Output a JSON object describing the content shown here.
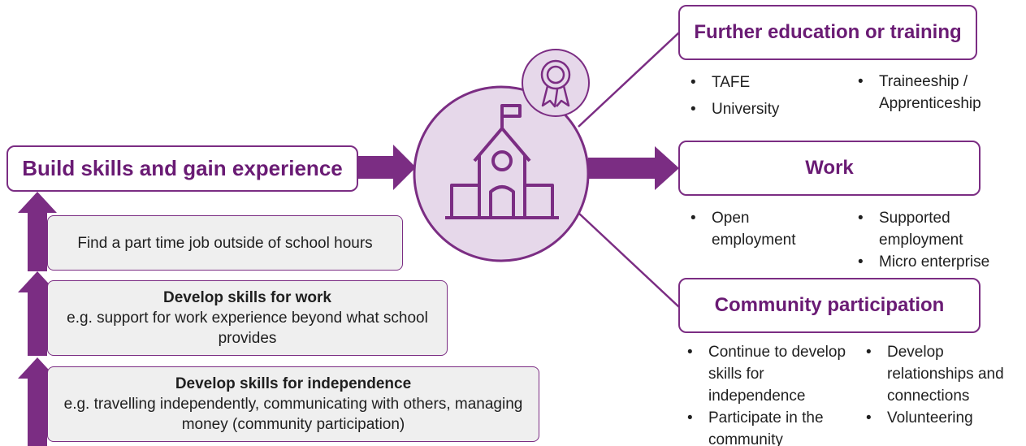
{
  "left": {
    "build_title": "Build skills and gain experience",
    "job_box": "Find a part time job outside of school hours",
    "work_box": {
      "title": "Develop skills for work",
      "body": "e.g. support for work experience beyond what school provides"
    },
    "independence_box": {
      "title": "Develop skills for independence",
      "body": "e.g. travelling independently, communicating with others, managing money (community participation)"
    }
  },
  "center": {
    "icons": [
      "school-icon",
      "award-rosette-icon"
    ]
  },
  "right": {
    "further_education": {
      "title": "Further education or training",
      "col1": [
        "TAFE",
        "University"
      ],
      "col2": [
        "Traineeship / Apprenticeship"
      ]
    },
    "work": {
      "title": "Work",
      "col1": [
        "Open employment"
      ],
      "col2": [
        "Supported employment",
        "Micro enterprise"
      ]
    },
    "community": {
      "title": "Community participation",
      "col1": [
        "Continue to develop skills for independence",
        "Participate in the community"
      ],
      "col2": [
        "Develop relationships and connections",
        "Volunteering"
      ]
    }
  },
  "colors": {
    "accent": "#7b2d83",
    "circle_fill": "#e6d8ea",
    "box_fill": "#efefef"
  }
}
